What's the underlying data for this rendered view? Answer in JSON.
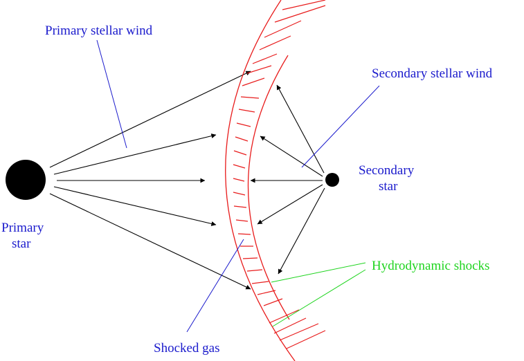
{
  "labels": {
    "primary_wind": "Primary stellar wind",
    "secondary_wind": "Secondary stellar wind",
    "secondary_star_line1": "Secondary",
    "secondary_star_line2": "star",
    "primary_star_line1": "Primary",
    "primary_star_line2": "star",
    "hydro_shocks": "Hydrodynamic shocks",
    "shocked_gas": "Shocked gas"
  },
  "colors": {
    "label_blue": "#1a1acc",
    "shock_red": "#e81c1c",
    "shock_green": "#1ed41e",
    "arrow": "#000000"
  }
}
